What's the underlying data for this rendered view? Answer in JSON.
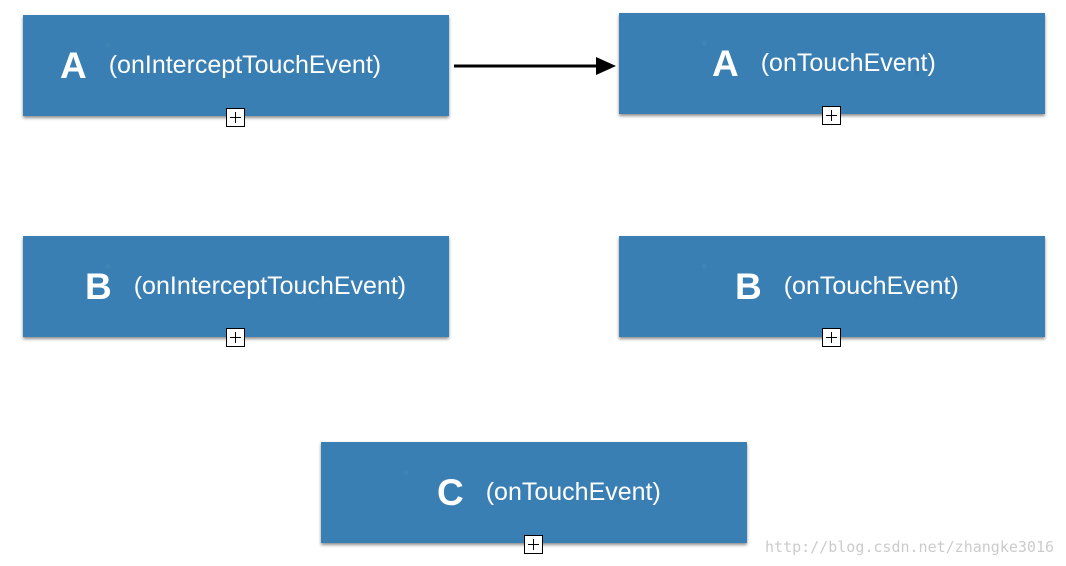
{
  "nodes": {
    "a_intercept": {
      "letter": "A",
      "method": "(onInterceptTouchEvent)"
    },
    "a_touch": {
      "letter": "A",
      "method": "(onTouchEvent)"
    },
    "b_intercept": {
      "letter": "B",
      "method": "(onInterceptTouchEvent)"
    },
    "b_touch": {
      "letter": "B",
      "method": "(onTouchEvent)"
    },
    "c_touch": {
      "letter": "C",
      "method": "(onTouchEvent)"
    }
  },
  "watermark": "http://blog.csdn.net/zhangke3016",
  "colors": {
    "node_fill": "#3a7fb3",
    "node_text": "#ffffff",
    "arrow": "#000000"
  },
  "icons": {
    "expand": "plus-box-icon",
    "arrow": "arrow-right-icon"
  }
}
